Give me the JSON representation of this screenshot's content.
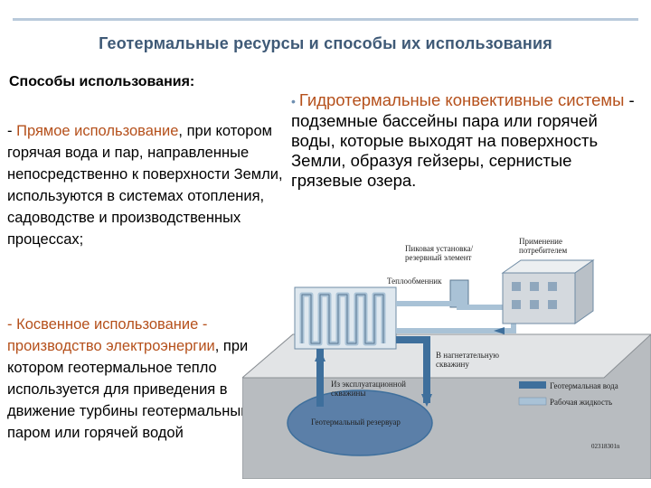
{
  "slide": {
    "title": "Геотермальные ресурсы и способы их использования"
  },
  "left": {
    "heading": "Способы использования:",
    "direct": {
      "dash": "- ",
      "term": "Прямое использование",
      "rest": ", при котором горячая вода и пар, направленные непосредственно к поверхности Земли, используются в системах отопления, садоводстве и производственных процессах;"
    },
    "indirect": {
      "term": "- Косвенное использование - производство электроэнергии",
      "rest": ", при котором геотермальное тепло используется для приведения в движение турбины геотермальным паром или горячей водой"
    }
  },
  "right": {
    "term": "Гидротермальные конвективные системы",
    "rest": " - подземные бассейны пара или горячей воды, которые выходят на поверхность Земли, образуя гейзеры, сернистые грязевые озера."
  },
  "diagram": {
    "peak_unit": [
      "Пиковая установка/",
      "резервный элемент"
    ],
    "consumer": [
      "Применение",
      "потребителем"
    ],
    "heat_exchanger": "Теплообменник",
    "injection_well": [
      "В нагнетательную",
      "скважину"
    ],
    "production_well": [
      "Из эксплуатационной",
      "скважины"
    ],
    "reservoir": "Геотермальный резервуар",
    "legend_geo": "Геотермальная вода",
    "legend_fluid": "Рабочая жидкость",
    "code": "02318301n",
    "colors": {
      "ground": "#b8bcc0",
      "reservoir": "#5b7fa8",
      "geo_water": "#3e6f9c",
      "working_fluid": "#a9c2d6",
      "pipe_light": "#cfe0ec",
      "building": "#d4d9de"
    }
  }
}
